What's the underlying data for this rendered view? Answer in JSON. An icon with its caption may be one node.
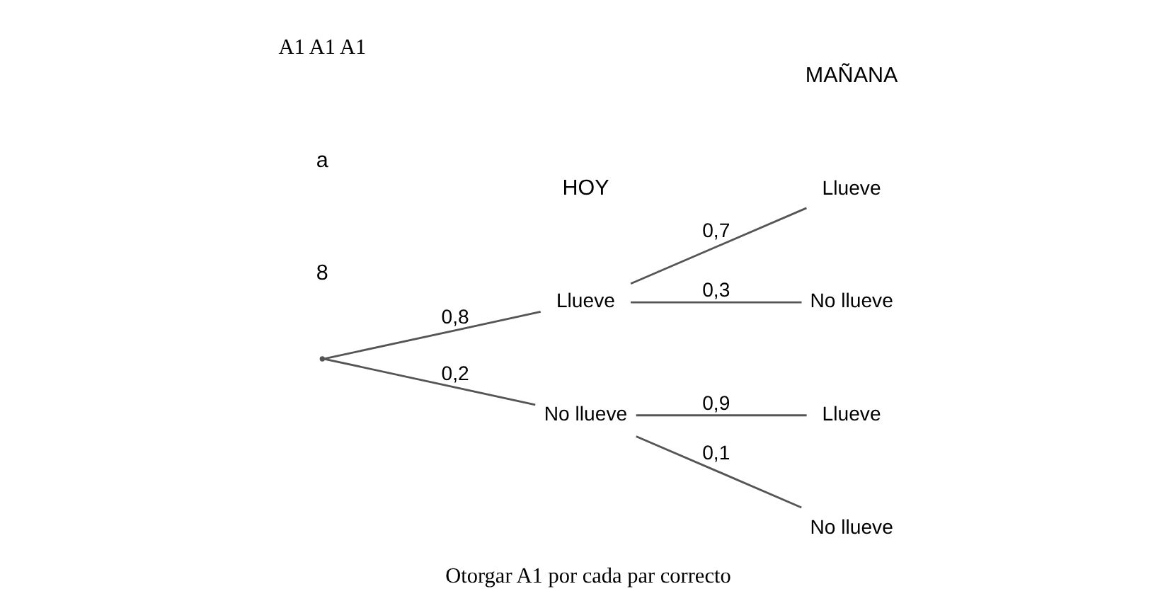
{
  "diagram": {
    "caption": "Otorgar A1 por cada par correcto",
    "nodes": [
      {
        "text": [],
        "shape": "point"
      },
      {
        "text": [
          "Llueve"
        ]
      },
      {
        "text": [
          "No llueve"
        ]
      },
      {
        "text": [
          "Llueve"
        ]
      },
      {
        "text": [
          "No llueve"
        ]
      },
      {
        "text": [
          "Llueve"
        ]
      },
      {
        "text": [
          "No llueve"
        ]
      }
    ],
    "edges": [
      {
        "from": 0,
        "to": 1,
        "arrow": "none",
        "label": "0,8"
      },
      {
        "from": 0,
        "to": 2,
        "arrow": "none",
        "label": "0,2"
      },
      {
        "from": 1,
        "to": 3,
        "arrow": "none",
        "label": "0,7"
      },
      {
        "from": 1,
        "to": 4,
        "arrow": "none",
        "label": "0,3"
      },
      {
        "from": 2,
        "to": 5,
        "arrow": "none",
        "label": "0,9"
      },
      {
        "from": 2,
        "to": 6,
        "arrow": "none",
        "label": "0,1"
      }
    ],
    "labels": [
      "8",
      "a",
      "HOY",
      "MAÑANA",
      "A1 A1 A1"
    ]
  }
}
